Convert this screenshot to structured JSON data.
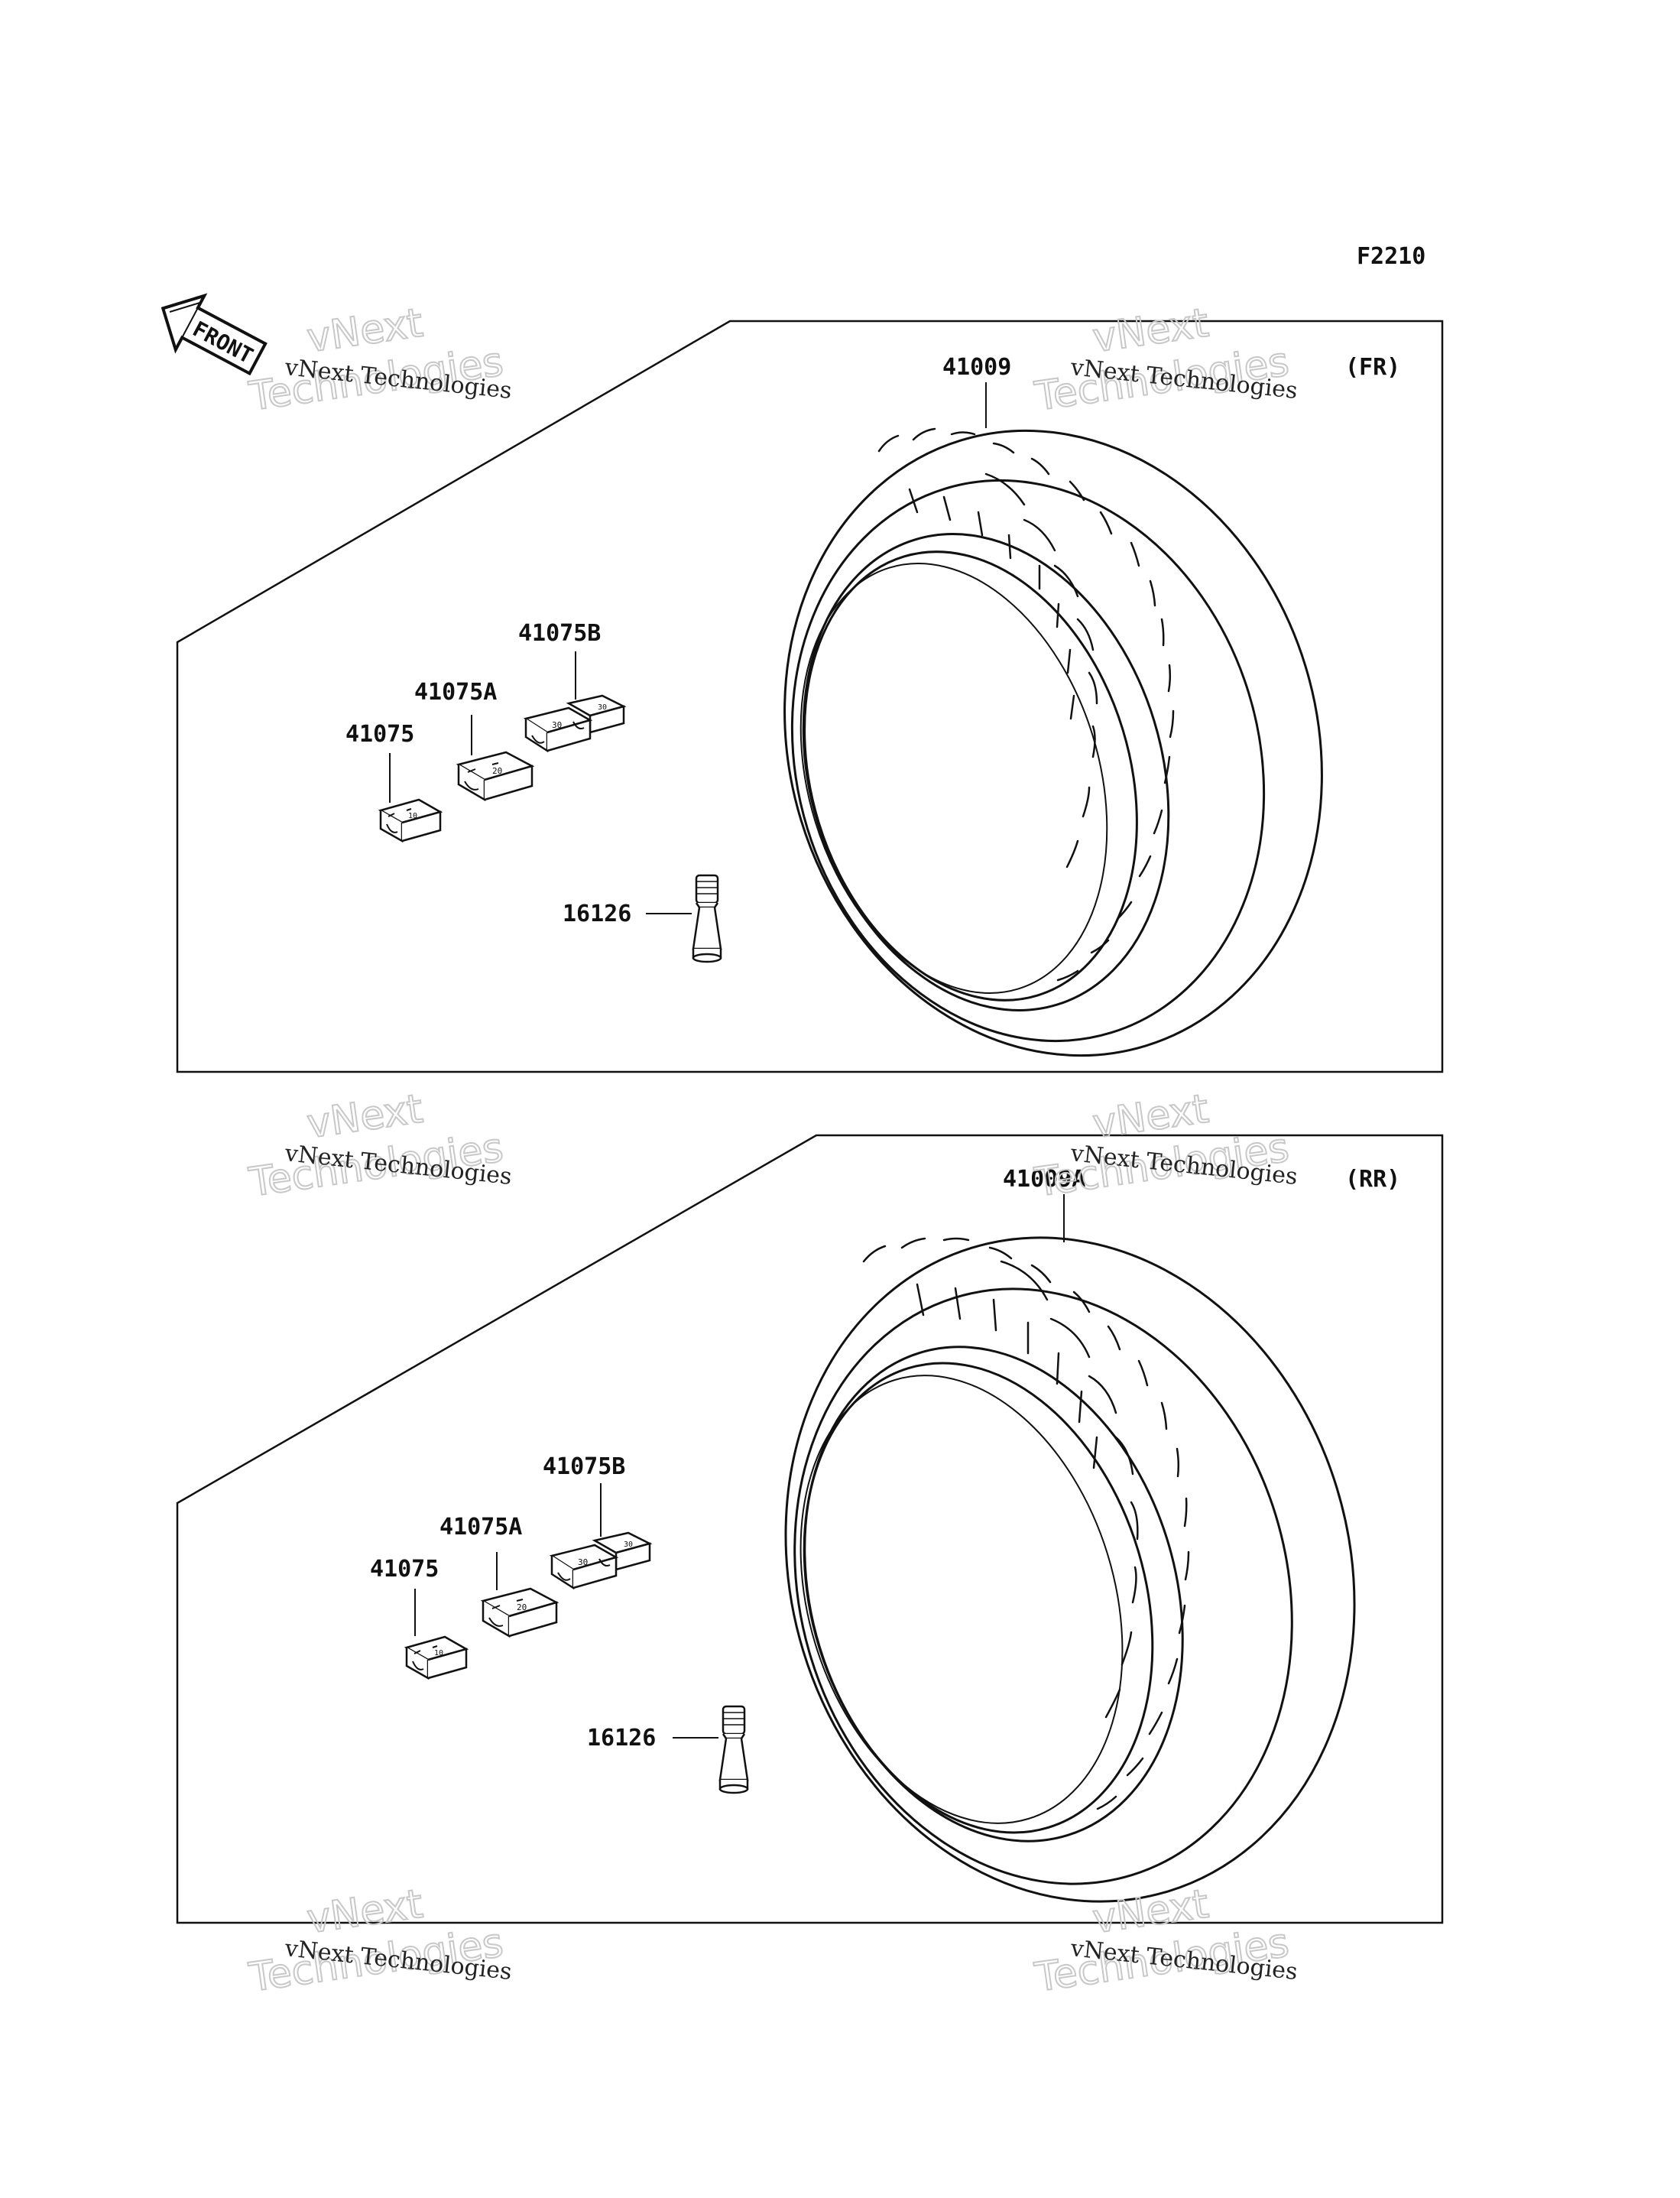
{
  "diagram_code": "F2210",
  "front_arrow": {
    "label": "FRONT"
  },
  "watermark": {
    "small": "vNext Technologies",
    "large_top": "vNext",
    "large_bottom": "Technologies"
  },
  "panels": [
    {
      "id": "front",
      "position_label": "(FR)",
      "parts": {
        "tire": "41009",
        "weight_b": "41075B",
        "weight_a": "41075A",
        "weight": "41075",
        "valve": "16126"
      }
    },
    {
      "id": "rear",
      "position_label": "(RR)",
      "parts": {
        "tire": "41009A",
        "weight_b": "41075B",
        "weight_a": "41075A",
        "weight": "41075",
        "valve": "16126"
      }
    }
  ],
  "colors": {
    "line": "#111111",
    "watermark": "#c8c8c8"
  },
  "icons": {
    "front_arrow": "front-arrow-icon",
    "tire": "tire-icon",
    "balance_weight": "balance-weight-icon",
    "valve": "valve-stem-icon"
  }
}
